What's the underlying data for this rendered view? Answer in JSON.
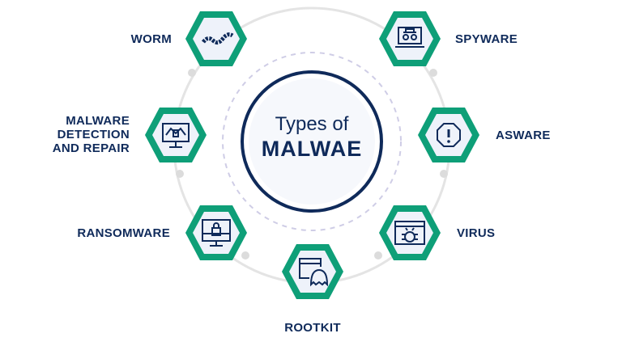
{
  "title": {
    "line1": "Types of",
    "line2": "MALWAE"
  },
  "colors": {
    "navy": "#0f2a5a",
    "green": "#0e9f78",
    "ring": "#e2e2e2",
    "dash": "#cfcde6"
  },
  "items": [
    {
      "label": "WORM",
      "icon": "worm-icon"
    },
    {
      "label": "SPYWARE",
      "icon": "spy-laptop-icon"
    },
    {
      "label": "MALWARE DETECTION AND REPAIR",
      "icon": "monitor-spider-icon"
    },
    {
      "label": "ASWARE",
      "icon": "warning-octagon-icon"
    },
    {
      "label": "RANSOMWARE",
      "icon": "locked-monitor-icon"
    },
    {
      "label": "VIRUS",
      "icon": "bug-window-icon"
    },
    {
      "label": "ROOTKIT",
      "icon": "ghost-window-icon"
    }
  ]
}
